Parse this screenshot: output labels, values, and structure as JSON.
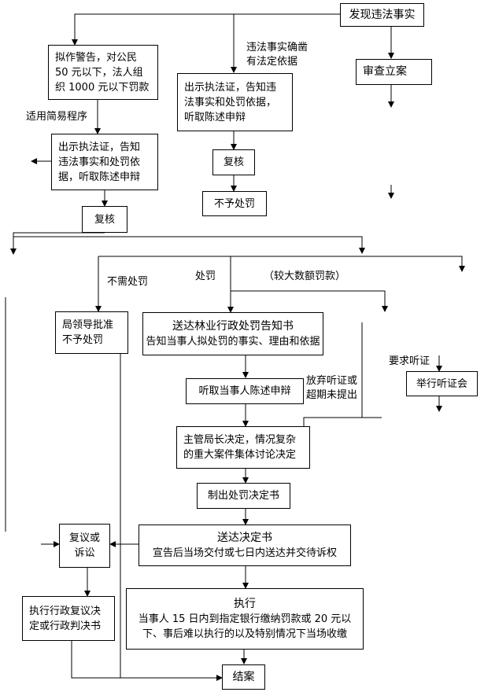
{
  "boxes": {
    "discover": "发现违法事实",
    "warning": [
      "拟作警告，对公民",
      "50 元以下，法人组",
      "织 1000 元以下罚款"
    ],
    "show_cert_1": [
      "出示执法证，告知",
      "违法事实和处罚依",
      "据，听取陈述申辩"
    ],
    "review_1": "复核",
    "show_cert_2": [
      "出示执法证，告知违",
      "法事实和处罚依据，",
      "听取陈述申辩"
    ],
    "review_2": "复核",
    "no_penalty": "不予处罚",
    "register": "审查立案",
    "bureau_approve": [
      "局领导批准",
      "不予处罚"
    ],
    "notice": [
      "送达林业行政处罚告知书",
      "告知当事人拟处罚的事实、理由和依据"
    ],
    "listen": "听取当事人陈述申辩",
    "hearing": "举行听证会",
    "director": [
      "主管局长决定，情况复杂",
      "的重大案件集体讨论决定"
    ],
    "decision_doc": "制出处罚决定书",
    "deliver": [
      "送达决定书",
      "宣告后当场交付或七日内送达并交待诉权"
    ],
    "reconsider": [
      "复议或",
      "诉讼"
    ],
    "execute_ruling": [
      "执行行政复议决",
      "定或行政判决书"
    ],
    "execute": [
      "执行",
      "当事人 15 日内到指定银行缴纳罚款或 20 元以",
      "下、事后难以执行的以及特别情况下当场收缴"
    ],
    "close": "结案"
  },
  "labels": {
    "facts_clear": [
      "违法事实确凿",
      "有法定依据"
    ],
    "simple_procedure": "适用简易程序",
    "no_need": "不需处罚",
    "penalty": "处罚",
    "large_fine": "（较大数额罚款）",
    "request_hearing": "要求听证",
    "waive_hearing": [
      "放弃听证或",
      "超期未提出"
    ]
  }
}
